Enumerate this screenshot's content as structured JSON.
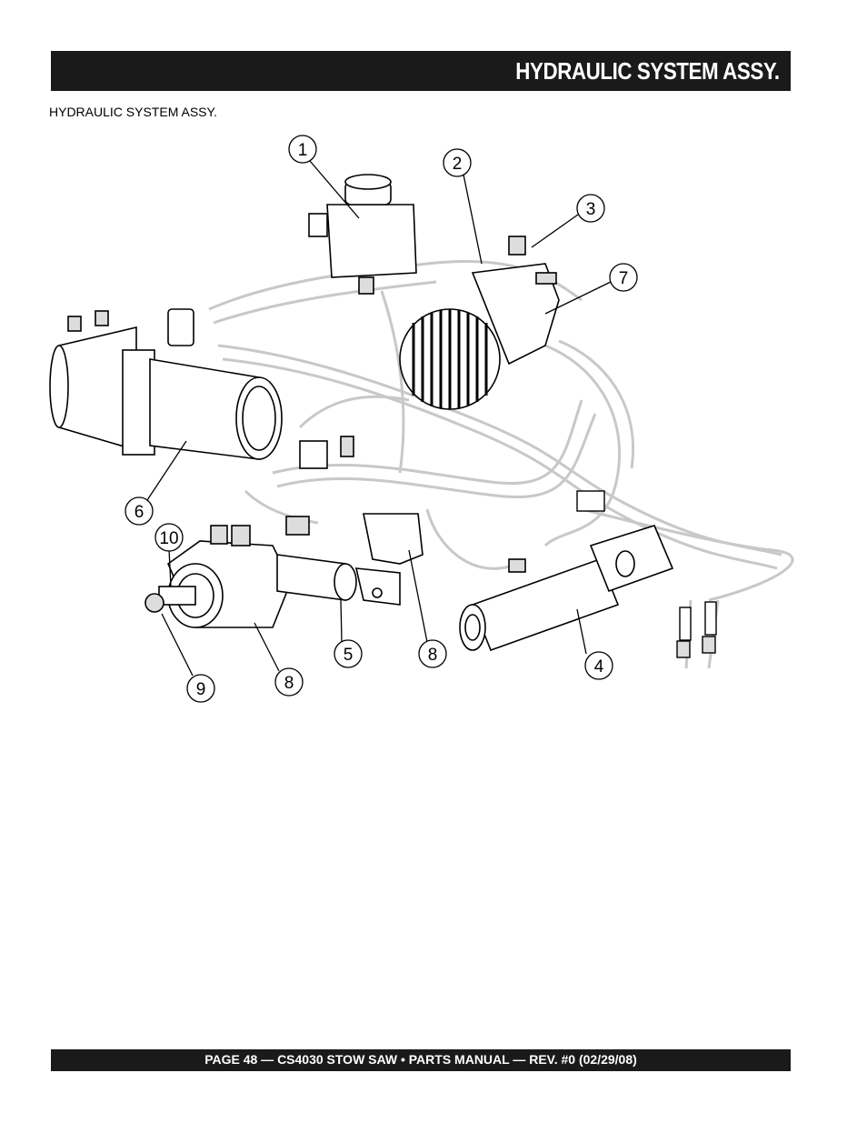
{
  "header": {
    "title": "HYDRAULIC SYSTEM ASSY."
  },
  "subtitle": "HYDRAULIC SYSTEM ASSY.",
  "callouts": [
    "1",
    "2",
    "3",
    "7",
    "6",
    "10",
    "5",
    "8",
    "4",
    "9",
    "8"
  ],
  "footer": {
    "text": "PAGE 48 — CS4030 STOW SAW • PARTS MANUAL — REV. #0 (02/29/08)"
  }
}
